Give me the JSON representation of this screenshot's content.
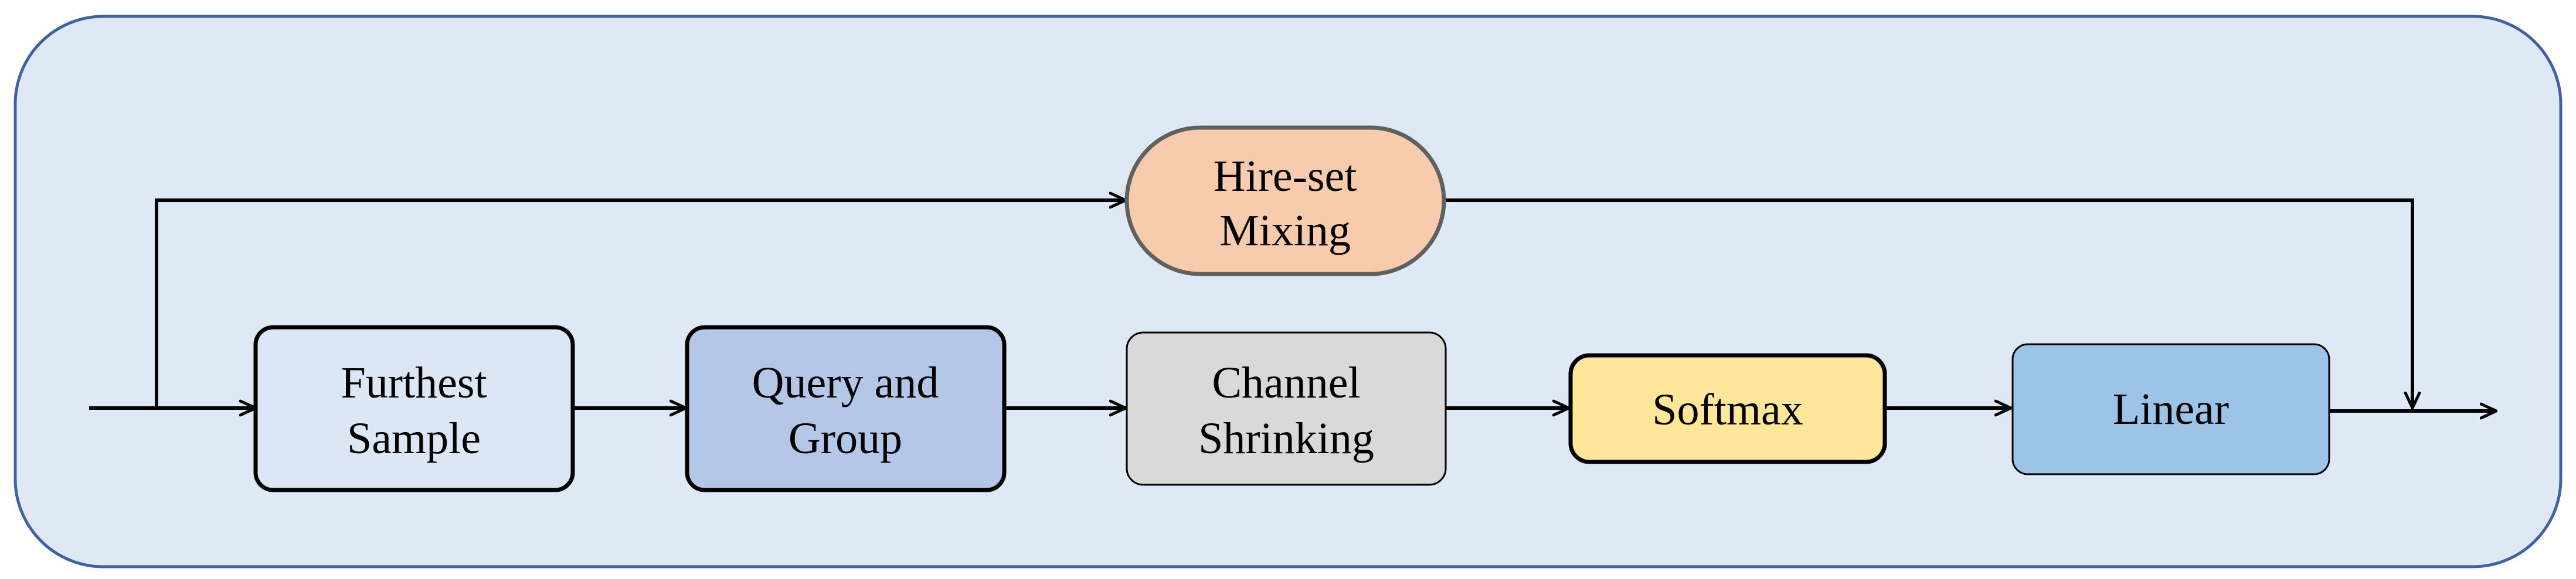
{
  "diagram": {
    "nodes": {
      "furthest_sample": {
        "line1": "Furthest",
        "line2": "Sample"
      },
      "query_group": {
        "line1": "Query and",
        "line2": "Group"
      },
      "channel_shrinking": {
        "line1": "Channel",
        "line2": "Shrinking"
      },
      "softmax": {
        "label": "Softmax"
      },
      "linear": {
        "label": "Linear"
      },
      "hire_set_mixing": {
        "line1": "Hire-set",
        "line2": "Mixing"
      }
    },
    "colors": {
      "panel_fill": "#dfe9f5",
      "panel_stroke": "#3f61a3",
      "furthest_sample": "#dce6f4",
      "query_group": "#b4c7e7",
      "channel_shrinking": "#d9d9d9",
      "softmax": "#ffe699",
      "linear": "#9dc3e6",
      "hire_set_mixing": "#f8cbad",
      "hire_set_stroke": "#606060",
      "line": "#000000"
    }
  }
}
